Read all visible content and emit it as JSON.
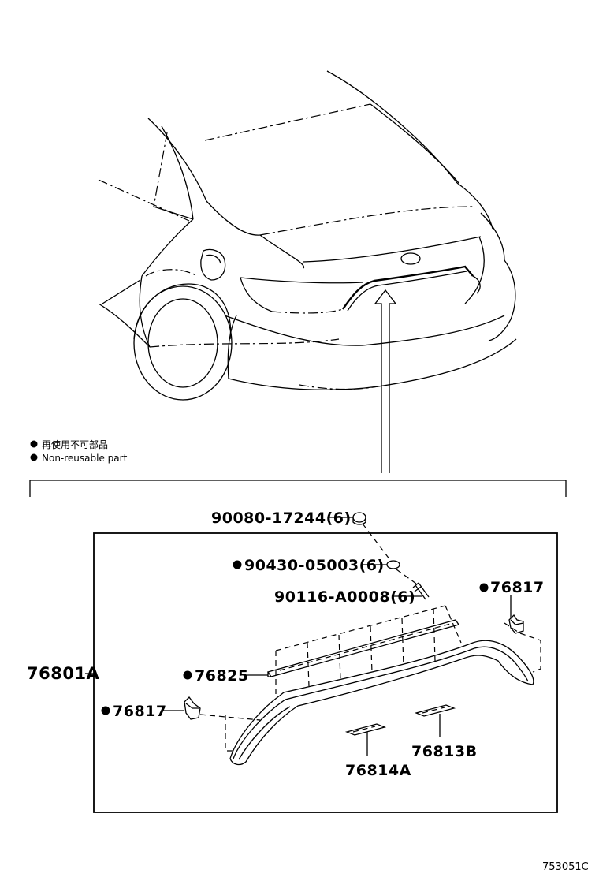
{
  "legend": {
    "japanese": "再使用不可部品",
    "english": "Non-reusable part"
  },
  "parts": {
    "p1": "90080-17244(6)",
    "p2": "90430-05003(6)",
    "p3": "90116-A0008(6)",
    "p4": "76817",
    "p5": "76801A",
    "p6": "76825",
    "p7": "76817",
    "p8": "76813B",
    "p9": "76814A"
  },
  "reference_code": "753051C"
}
